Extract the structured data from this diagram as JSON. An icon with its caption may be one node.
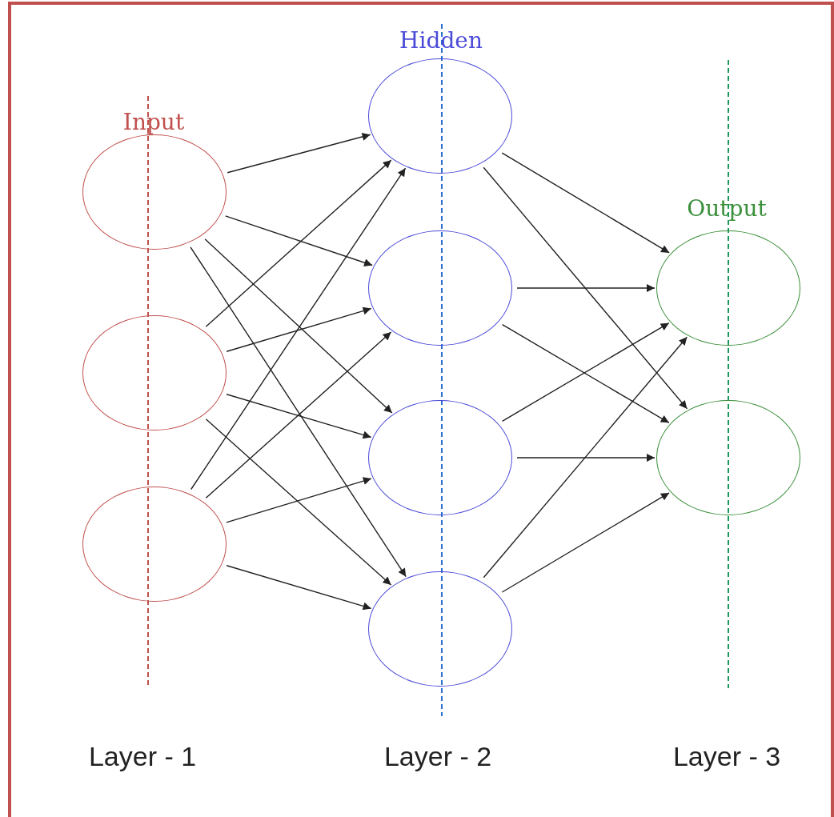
{
  "diagram": {
    "nodes": [
      {
        "text": [],
        "shape": "circle"
      },
      {
        "text": [],
        "shape": "circle"
      },
      {
        "text": [],
        "shape": "circle"
      },
      {
        "text": [],
        "shape": "circle"
      },
      {
        "text": [],
        "shape": "circle"
      },
      {
        "text": [],
        "shape": "circle"
      },
      {
        "text": [],
        "shape": "circle"
      },
      {
        "text": [],
        "shape": "circle"
      },
      {
        "text": [],
        "shape": "circle"
      }
    ],
    "edges": [
      {
        "from": 0,
        "to": 3,
        "arrow": "to"
      },
      {
        "from": 0,
        "to": 4,
        "arrow": "to"
      },
      {
        "from": 0,
        "to": 5,
        "arrow": "to"
      },
      {
        "from": 0,
        "to": 6,
        "arrow": "to"
      },
      {
        "from": 1,
        "to": 3,
        "arrow": "to"
      },
      {
        "from": 1,
        "to": 4,
        "arrow": "to"
      },
      {
        "from": 1,
        "to": 5,
        "arrow": "to"
      },
      {
        "from": 1,
        "to": 6,
        "arrow": "to"
      },
      {
        "from": 2,
        "to": 3,
        "arrow": "to"
      },
      {
        "from": 2,
        "to": 4,
        "arrow": "to"
      },
      {
        "from": 2,
        "to": 5,
        "arrow": "to"
      },
      {
        "from": 2,
        "to": 6,
        "arrow": "to"
      },
      {
        "from": 3,
        "to": 7,
        "arrow": "to"
      },
      {
        "from": 3,
        "to": 8,
        "arrow": "to"
      },
      {
        "from": 4,
        "to": 7,
        "arrow": "to"
      },
      {
        "from": 4,
        "to": 8,
        "arrow": "to"
      },
      {
        "from": 5,
        "to": 7,
        "arrow": "to"
      },
      {
        "from": 5,
        "to": 8,
        "arrow": "to"
      },
      {
        "from": 6,
        "to": 7,
        "arrow": "to"
      },
      {
        "from": 6,
        "to": 8,
        "arrow": "to"
      }
    ],
    "labels": [
      "Input",
      "Hidden",
      "Output",
      "Layer - 1",
      "Layer - 2",
      "Layer - 3"
    ]
  }
}
